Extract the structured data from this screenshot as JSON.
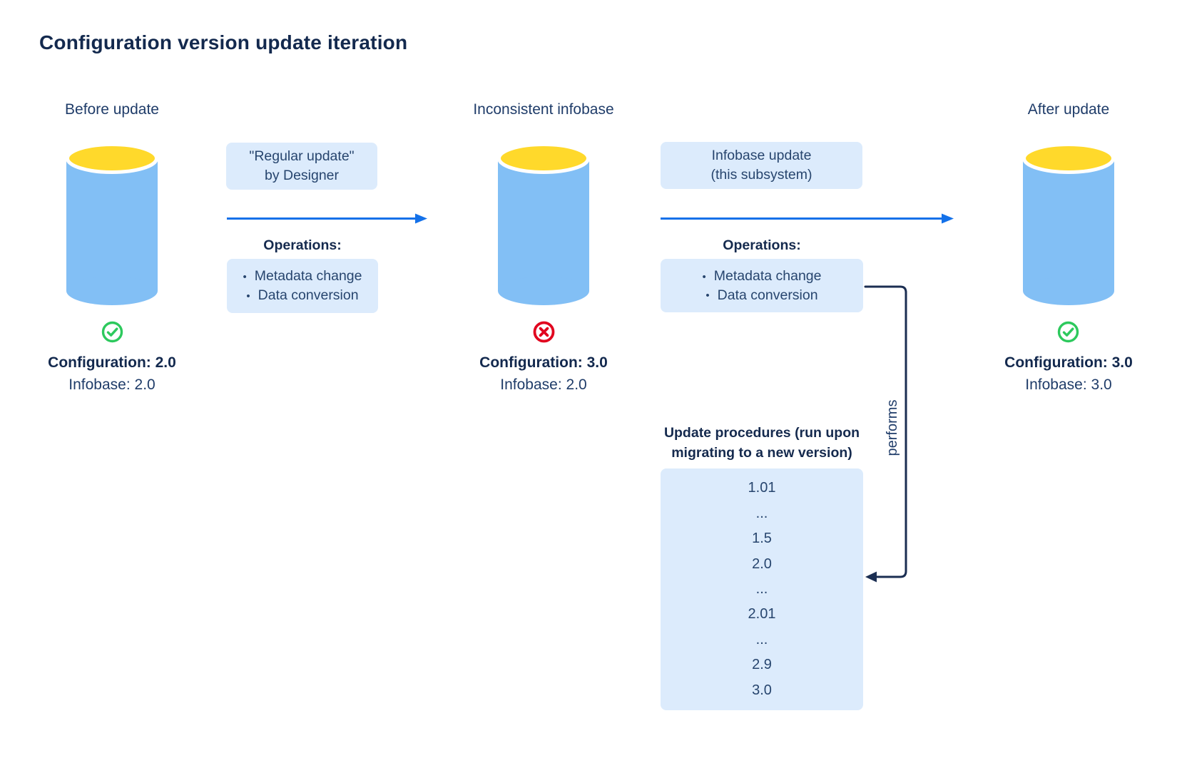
{
  "title": "Configuration version update iteration",
  "columns": [
    {
      "label": "Before update",
      "status": "ok",
      "config": "Configuration: 2.0",
      "infobase": "Infobase: 2.0"
    },
    {
      "label": "Inconsistent infobase",
      "status": "error",
      "config": "Configuration: 3.0",
      "infobase": "Infobase: 2.0"
    },
    {
      "label": "After update",
      "status": "ok",
      "config": "Configuration: 3.0",
      "infobase": "Infobase: 3.0"
    }
  ],
  "transitions": [
    {
      "box_line1": "\"Regular update\"",
      "box_line2": "by Designer",
      "operations_label": "Operations:",
      "bullet": "•",
      "operations": [
        "Metadata change",
        "Data conversion"
      ]
    },
    {
      "box_line1": "Infobase update",
      "box_line2": "(this subsystem)",
      "operations_label": "Operations:",
      "bullet": "•",
      "operations": [
        "Metadata change",
        "Data conversion"
      ]
    }
  ],
  "performs_label": "performs",
  "update_procedures": {
    "heading_line1": "Update procedures (run upon",
    "heading_line2": "migrating to a new version)",
    "versions": [
      "1.01",
      "...",
      "1.5",
      "2.0",
      "...",
      "2.01",
      "...",
      "2.9",
      "3.0"
    ]
  },
  "colors": {
    "background": "#ffffff",
    "ink_dark": "#13294e",
    "ink": "#1f3c69",
    "box_fill": "#dcebfc",
    "cylinder_blue": "#82bff5",
    "cylinder_yellow": "#ffd92b",
    "arrow_blue": "#1471e9",
    "connector_navy": "#1b2e52",
    "status_ok_green": "#2dc95d",
    "status_error_red": "#e1051f"
  }
}
